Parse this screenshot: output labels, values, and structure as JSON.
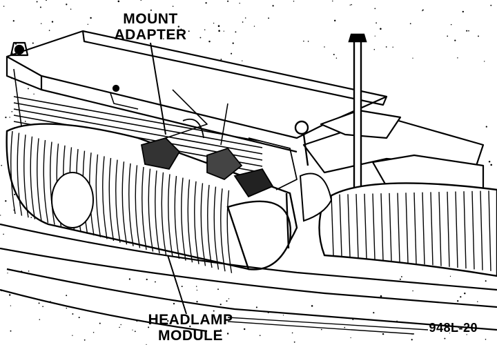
{
  "labels": {
    "mount_adapter": {
      "line1": "MOUNT",
      "line2": "ADAPTER"
    },
    "headlamp_module": {
      "line1": "HEADLAMP",
      "line2": "MODULE"
    }
  },
  "figure_id": "948L-20",
  "colors": {
    "ink": "#000000",
    "paper": "#ffffff"
  }
}
